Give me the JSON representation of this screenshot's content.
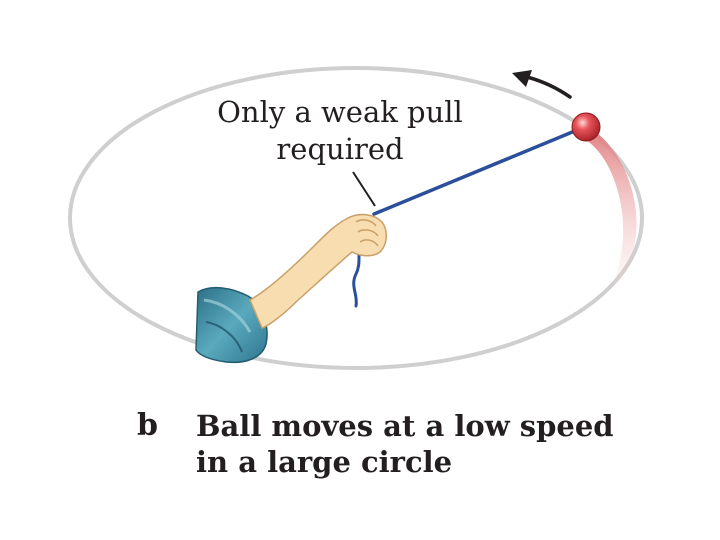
{
  "annotation": {
    "line1": "Only a weak pull",
    "line2": "required"
  },
  "caption": {
    "letter": "b",
    "line1": "Ball moves at a low speed",
    "line2": "in a large circle"
  },
  "colors": {
    "orbit": "#cfcfcf",
    "string": "#2b4f9a",
    "ball": "#d8333a",
    "trail": "#e59a9a",
    "skin": "#f7ddb0",
    "sleeve": "#3f8ea6",
    "arrow": "#231f20"
  },
  "icons": {
    "direction_arrow": "curved-arrow-counterclockwise"
  }
}
